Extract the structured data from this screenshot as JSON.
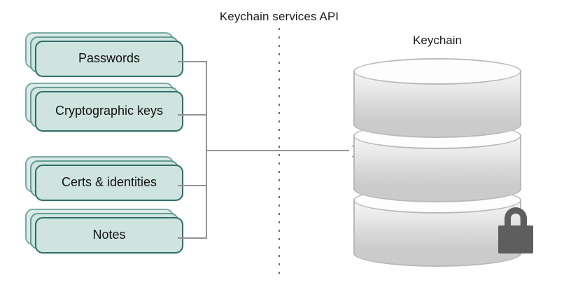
{
  "diagram": {
    "api_label": "Keychain services API",
    "keychain_label": "Keychain",
    "items": [
      {
        "label": "Passwords"
      },
      {
        "label": "Cryptographic keys"
      },
      {
        "label": "Certs & identities"
      },
      {
        "label": "Notes"
      }
    ],
    "colors": {
      "card_fill": "#cfe4df",
      "card_border": "#2f6f68",
      "connector": "#949494",
      "divider": "#6e6e6e",
      "cylinder_border": "#b9b9b9",
      "lock": "#5e5e5e",
      "text": "#121212",
      "background": "#ffffff"
    },
    "icons": {
      "lock": "lock-icon",
      "arrow": "arrow-right-icon",
      "database": "database-cylinder-icon"
    }
  }
}
